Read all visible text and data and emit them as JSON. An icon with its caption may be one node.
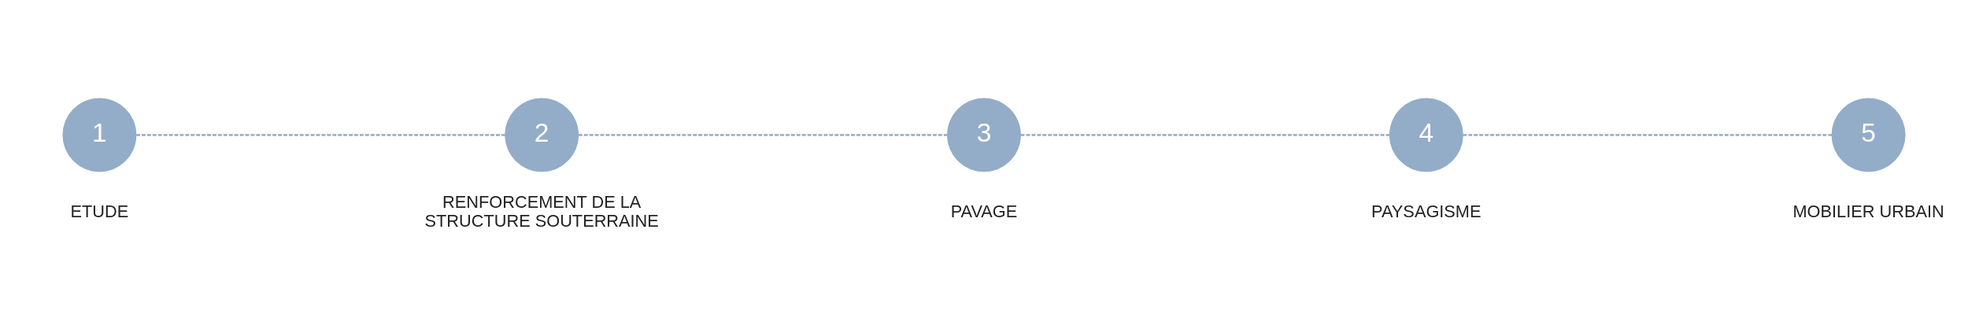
{
  "diagram": {
    "nodes": [
      {
        "text": [
          "1"
        ],
        "beside": [
          "ETUDE"
        ]
      },
      {
        "text": [
          "2"
        ],
        "beside": [
          "RENFORCEMENT DE LA STRUCTURE SOUTERRAINE"
        ]
      },
      {
        "text": [
          "3"
        ],
        "beside": [
          "PAVAGE"
        ]
      },
      {
        "text": [
          "4"
        ],
        "beside": [
          "PAYSAGISME"
        ]
      },
      {
        "text": [
          "5"
        ],
        "beside": [
          "MOBILIER URBAIN"
        ]
      }
    ],
    "edges": [
      {
        "from": 0,
        "to": 1,
        "arrow": "none",
        "style": "dashed"
      },
      {
        "from": 1,
        "to": 2,
        "arrow": "none",
        "style": "dashed"
      },
      {
        "from": 2,
        "to": 3,
        "arrow": "none",
        "style": "dashed"
      },
      {
        "from": 3,
        "to": 4,
        "arrow": "none",
        "style": "dashed"
      }
    ]
  }
}
